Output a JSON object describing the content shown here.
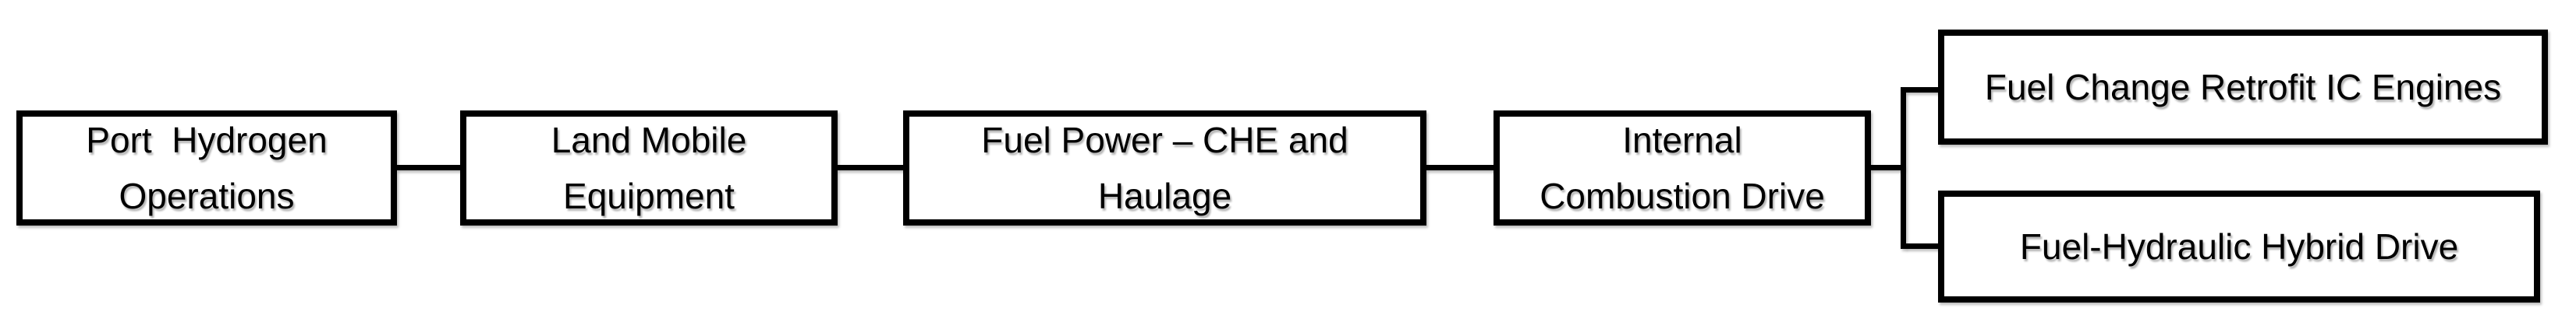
{
  "diagram": {
    "type": "flowchart",
    "background_color": "#ffffff",
    "line_color": "#000000",
    "text_color": "#000000",
    "nodes": [
      {
        "id": "port-hydrogen-operations",
        "label": "Port  Hydrogen\nOperations"
      },
      {
        "id": "land-mobile-equipment",
        "label": "Land Mobile\nEquipment"
      },
      {
        "id": "fuel-power-che-and-haulage",
        "label": "Fuel Power – CHE and\nHaulage"
      },
      {
        "id": "internal-combustion-drive",
        "label": "Internal\nCombustion Drive"
      },
      {
        "id": "fuel-change-retrofit-ic-engines",
        "label": "Fuel Change Retrofit IC Engines"
      },
      {
        "id": "fuel-hydraulic-hybrid-drive",
        "label": "Fuel-Hydraulic Hybrid Drive"
      }
    ],
    "edges": [
      {
        "from": "port-hydrogen-operations",
        "to": "land-mobile-equipment"
      },
      {
        "from": "land-mobile-equipment",
        "to": "fuel-power-che-and-haulage"
      },
      {
        "from": "fuel-power-che-and-haulage",
        "to": "internal-combustion-drive"
      },
      {
        "from": "internal-combustion-drive",
        "to": "fuel-change-retrofit-ic-engines"
      },
      {
        "from": "internal-combustion-drive",
        "to": "fuel-hydraulic-hybrid-drive"
      }
    ]
  }
}
